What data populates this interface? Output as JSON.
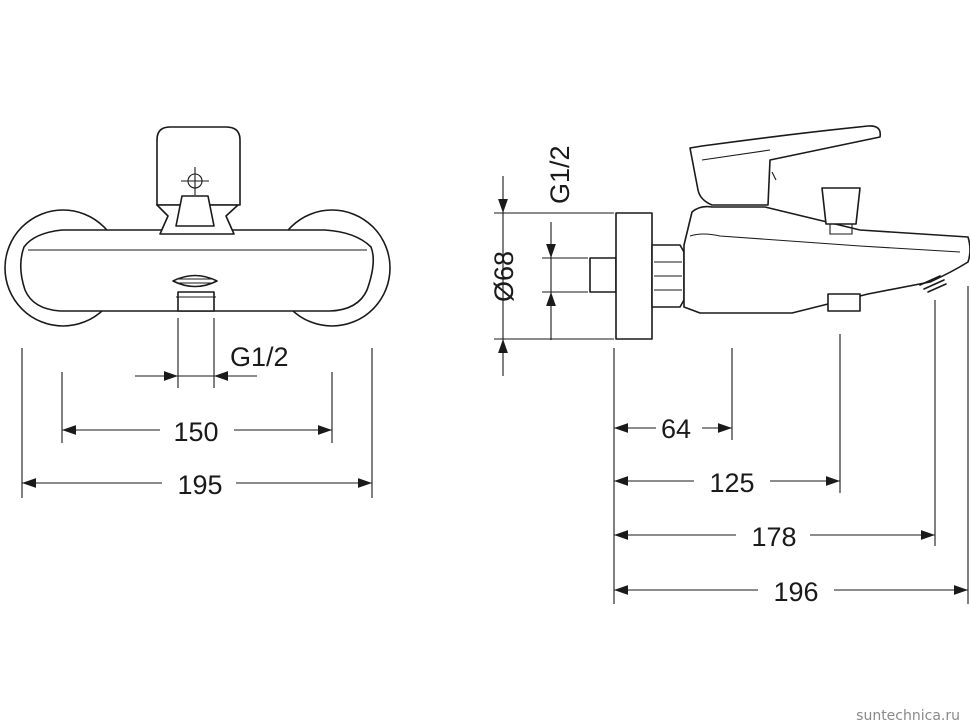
{
  "front_view": {
    "labels": {
      "thread": "G1/2",
      "centers": "150",
      "overall_width": "195"
    }
  },
  "side_view": {
    "labels": {
      "thread": "G1/2",
      "flange_diameter": "Ø68",
      "dim_64": "64",
      "dim_125": "125",
      "dim_178": "178",
      "dim_196": "196"
    }
  },
  "watermark": "suntechnica.ru"
}
